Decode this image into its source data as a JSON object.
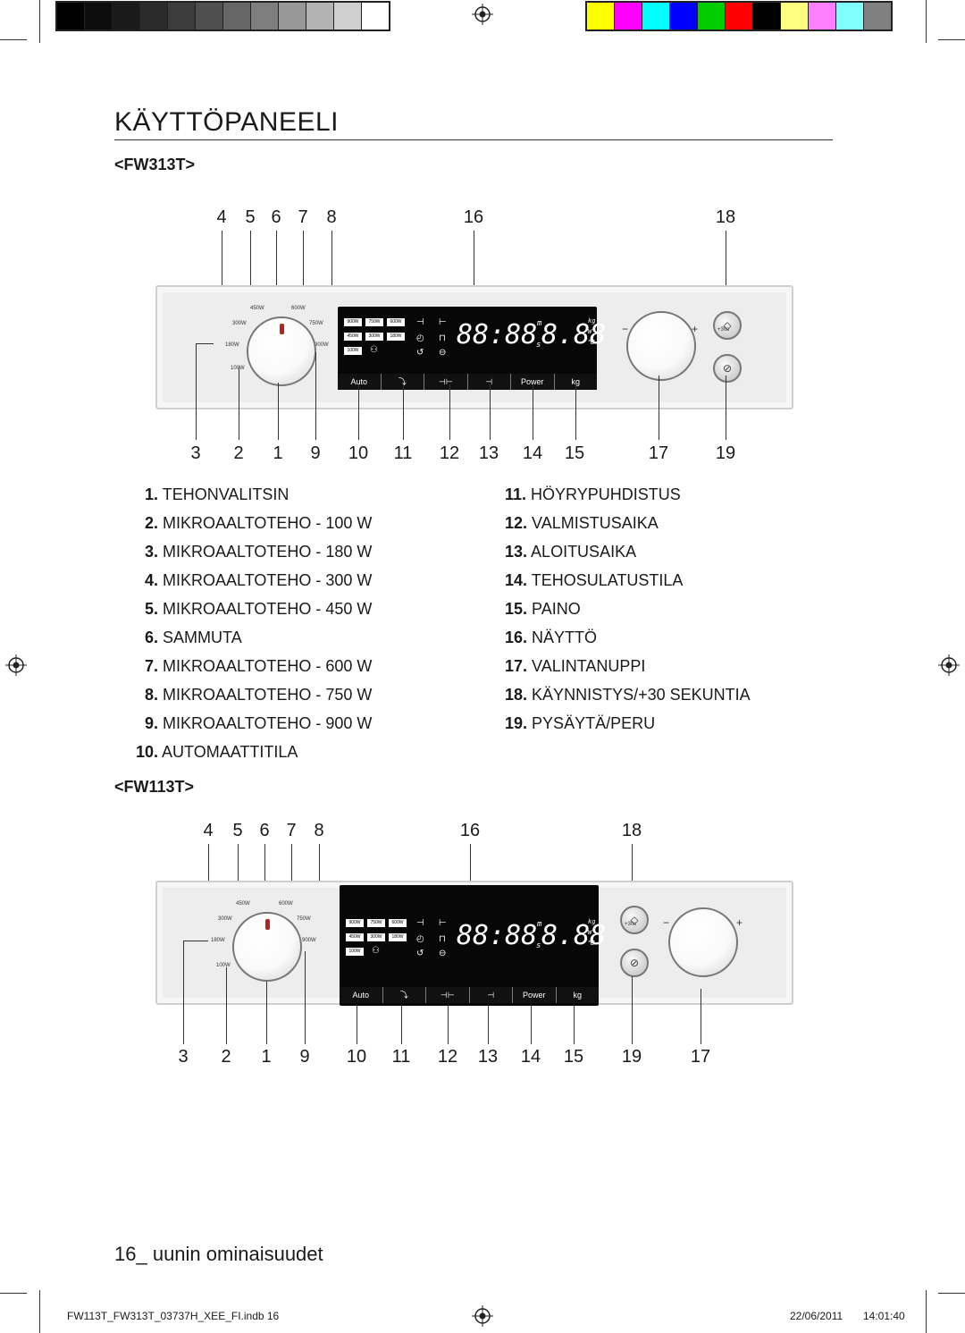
{
  "page": {
    "title": "KÄYTTÖPANEELI",
    "footer_number": "16",
    "footer_text": "_ uunin ominaisuudet",
    "slug_left": "FW113T_FW313T_03737H_XEE_FI.indb   16",
    "slug_date": "22/06/2011",
    "slug_time": "14:01:40"
  },
  "print_marks": {
    "gray_swatches": [
      "#000000",
      "#0d0d0d",
      "#1a1a1a",
      "#2b2b2b",
      "#3c3c3c",
      "#4f4f4f",
      "#666666",
      "#7e7e7e",
      "#989898",
      "#b3b3b3",
      "#cfcfcf",
      "#ffffff"
    ],
    "color_swatches": [
      "#ffff00",
      "#ff00ff",
      "#00ffff",
      "#0000ff",
      "#00cc00",
      "#ff0000",
      "#000000",
      "#ffff80",
      "#ff80ff",
      "#80ffff",
      "#808080"
    ]
  },
  "models": {
    "fw313t": {
      "label": "<FW313T>",
      "top_numbers": [
        "4",
        "5",
        "6",
        "7",
        "8",
        "16",
        "18"
      ],
      "bottom_numbers": [
        "3",
        "2",
        "1",
        "9",
        "10",
        "11",
        "12",
        "13",
        "14",
        "15",
        "17",
        "19"
      ]
    },
    "fw113t": {
      "label": "<FW113T>",
      "top_numbers": [
        "4",
        "5",
        "6",
        "7",
        "8",
        "16",
        "18"
      ],
      "bottom_numbers": [
        "3",
        "2",
        "1",
        "9",
        "10",
        "11",
        "12",
        "13",
        "14",
        "15",
        "19",
        "17"
      ]
    }
  },
  "panel_text": {
    "w450": "450W",
    "w600": "600W",
    "w300": "300W",
    "w750": "750W",
    "w180": "180W",
    "w900": "900W",
    "w100": "100W",
    "p900": "900W",
    "p750": "750W",
    "p600": "600W",
    "p450": "450W",
    "p300": "300W",
    "p180": "180W",
    "p100": "100W",
    "digits_left": "88:88",
    "digits_right": "8.88",
    "unit_m": "m",
    "unit_s": "s",
    "unit_kg": "kg",
    "unit_w": "W",
    "unit_c": "℃",
    "auto": "Auto",
    "power": "Power",
    "kg": "kg",
    "plus30": "+30s",
    "minus": "−",
    "plus": "+"
  },
  "legend": {
    "left": [
      {
        "num": "1.",
        "text": "TEHONVALITSIN"
      },
      {
        "num": "2.",
        "text": "MIKROAALTOTEHO - 100 W"
      },
      {
        "num": "3.",
        "text": "MIKROAALTOTEHO - 180 W"
      },
      {
        "num": "4.",
        "text": "MIKROAALTOTEHO - 300 W"
      },
      {
        "num": "5.",
        "text": "MIKROAALTOTEHO - 450 W"
      },
      {
        "num": "6.",
        "text": "SAMMUTA"
      },
      {
        "num": "7.",
        "text": "MIKROAALTOTEHO - 600 W"
      },
      {
        "num": "8.",
        "text": "MIKROAALTOTEHO - 750 W"
      },
      {
        "num": "9.",
        "text": "MIKROAALTOTEHO - 900 W"
      },
      {
        "num": "10.",
        "text": "AUTOMAATTITILA"
      }
    ],
    "right": [
      {
        "num": "11.",
        "text": "HÖYRYPUHDISTUS"
      },
      {
        "num": "12.",
        "text": "VALMISTUSAIKA"
      },
      {
        "num": "13.",
        "text": "ALOITUSAIKA"
      },
      {
        "num": "14.",
        "text": "TEHOSULATUSTILA"
      },
      {
        "num": "15.",
        "text": "PAINO"
      },
      {
        "num": "16.",
        "text": "NÄYTTÖ"
      },
      {
        "num": "17.",
        "text": "VALINTANUPPI"
      },
      {
        "num": "18.",
        "text": "KÄYNNISTYS/+30 SEKUNTIA"
      },
      {
        "num": "19.",
        "text": "PYSÄYTÄ/PERU"
      }
    ]
  }
}
